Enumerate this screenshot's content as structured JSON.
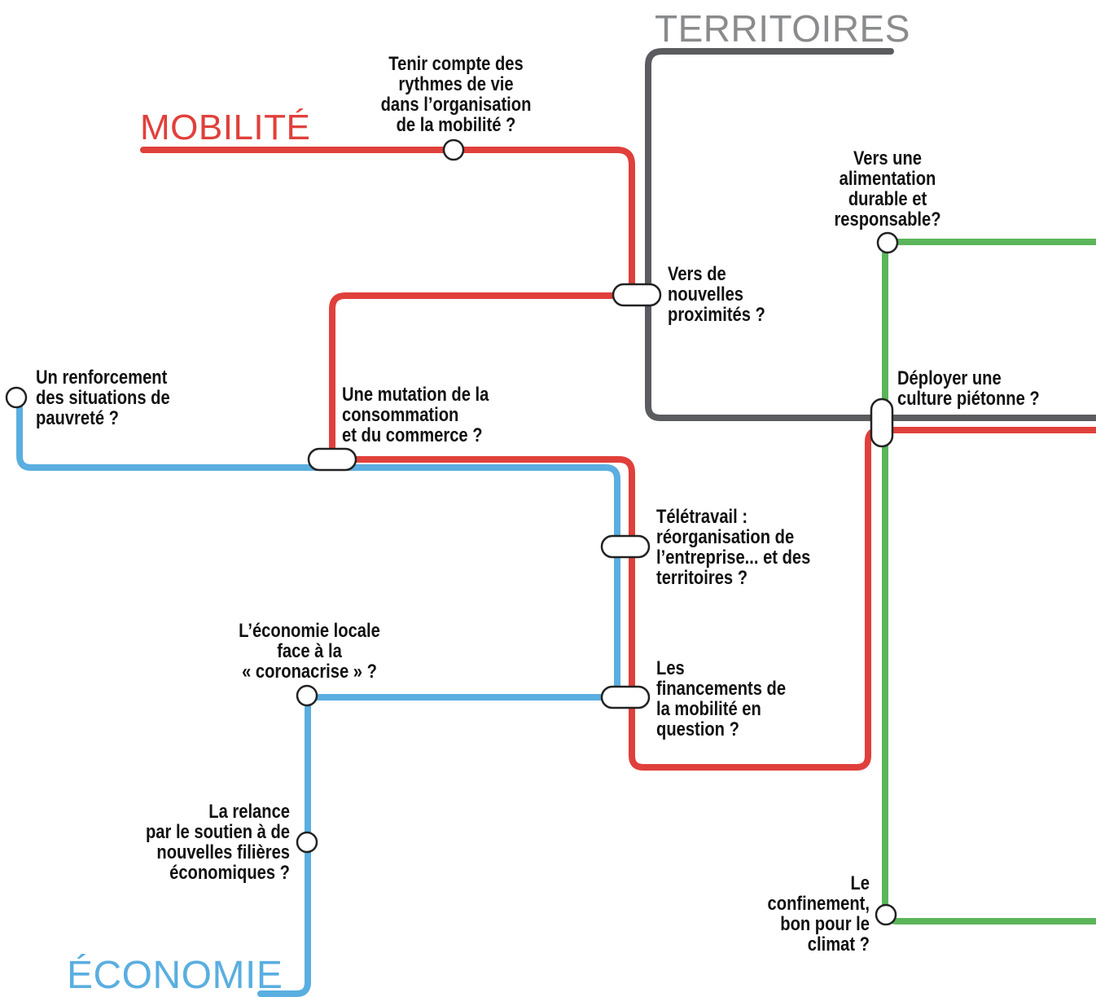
{
  "colors": {
    "mobilite": "#e0403b",
    "territoires": "#5b5c5f",
    "economie": "#5aaee0",
    "alimentation": "#5bb55a"
  },
  "lines": {
    "mobilite": "MOBILITÉ",
    "territoires": "TERRITOIRES",
    "economie": "ÉCONOMIE"
  },
  "stations": {
    "rythmes": [
      "Tenir compte des",
      "rythmes de vie",
      "dans l’organisation",
      "de la mobilité ?"
    ],
    "proximites": [
      "Vers de",
      "nouvelles",
      "proximités ?"
    ],
    "alimentation": [
      "Vers une",
      "alimentation",
      "durable et",
      "responsable?"
    ],
    "pietonne": [
      "Déployer une",
      "culture piétonne ?"
    ],
    "pauvrete": [
      "Un renforcement",
      "des situations de",
      "pauvreté ?"
    ],
    "consommation": [
      "Une mutation de la",
      "consommation",
      "et du commerce ?"
    ],
    "teletravail": [
      "Télétravail :",
      "réorganisation de",
      "l’entreprise... et des",
      "territoires ?"
    ],
    "economie_locale": [
      "L’économie locale",
      "face à la",
      "« coronacrise » ?"
    ],
    "financements": [
      "Les",
      "financements de",
      "la mobilité en",
      "question ?"
    ],
    "relance": [
      "La relance",
      "par le soutien à de",
      "nouvelles filières",
      "économiques ?"
    ],
    "confinement": [
      "Le",
      "confinement,",
      "bon pour le",
      "climat ?"
    ]
  }
}
